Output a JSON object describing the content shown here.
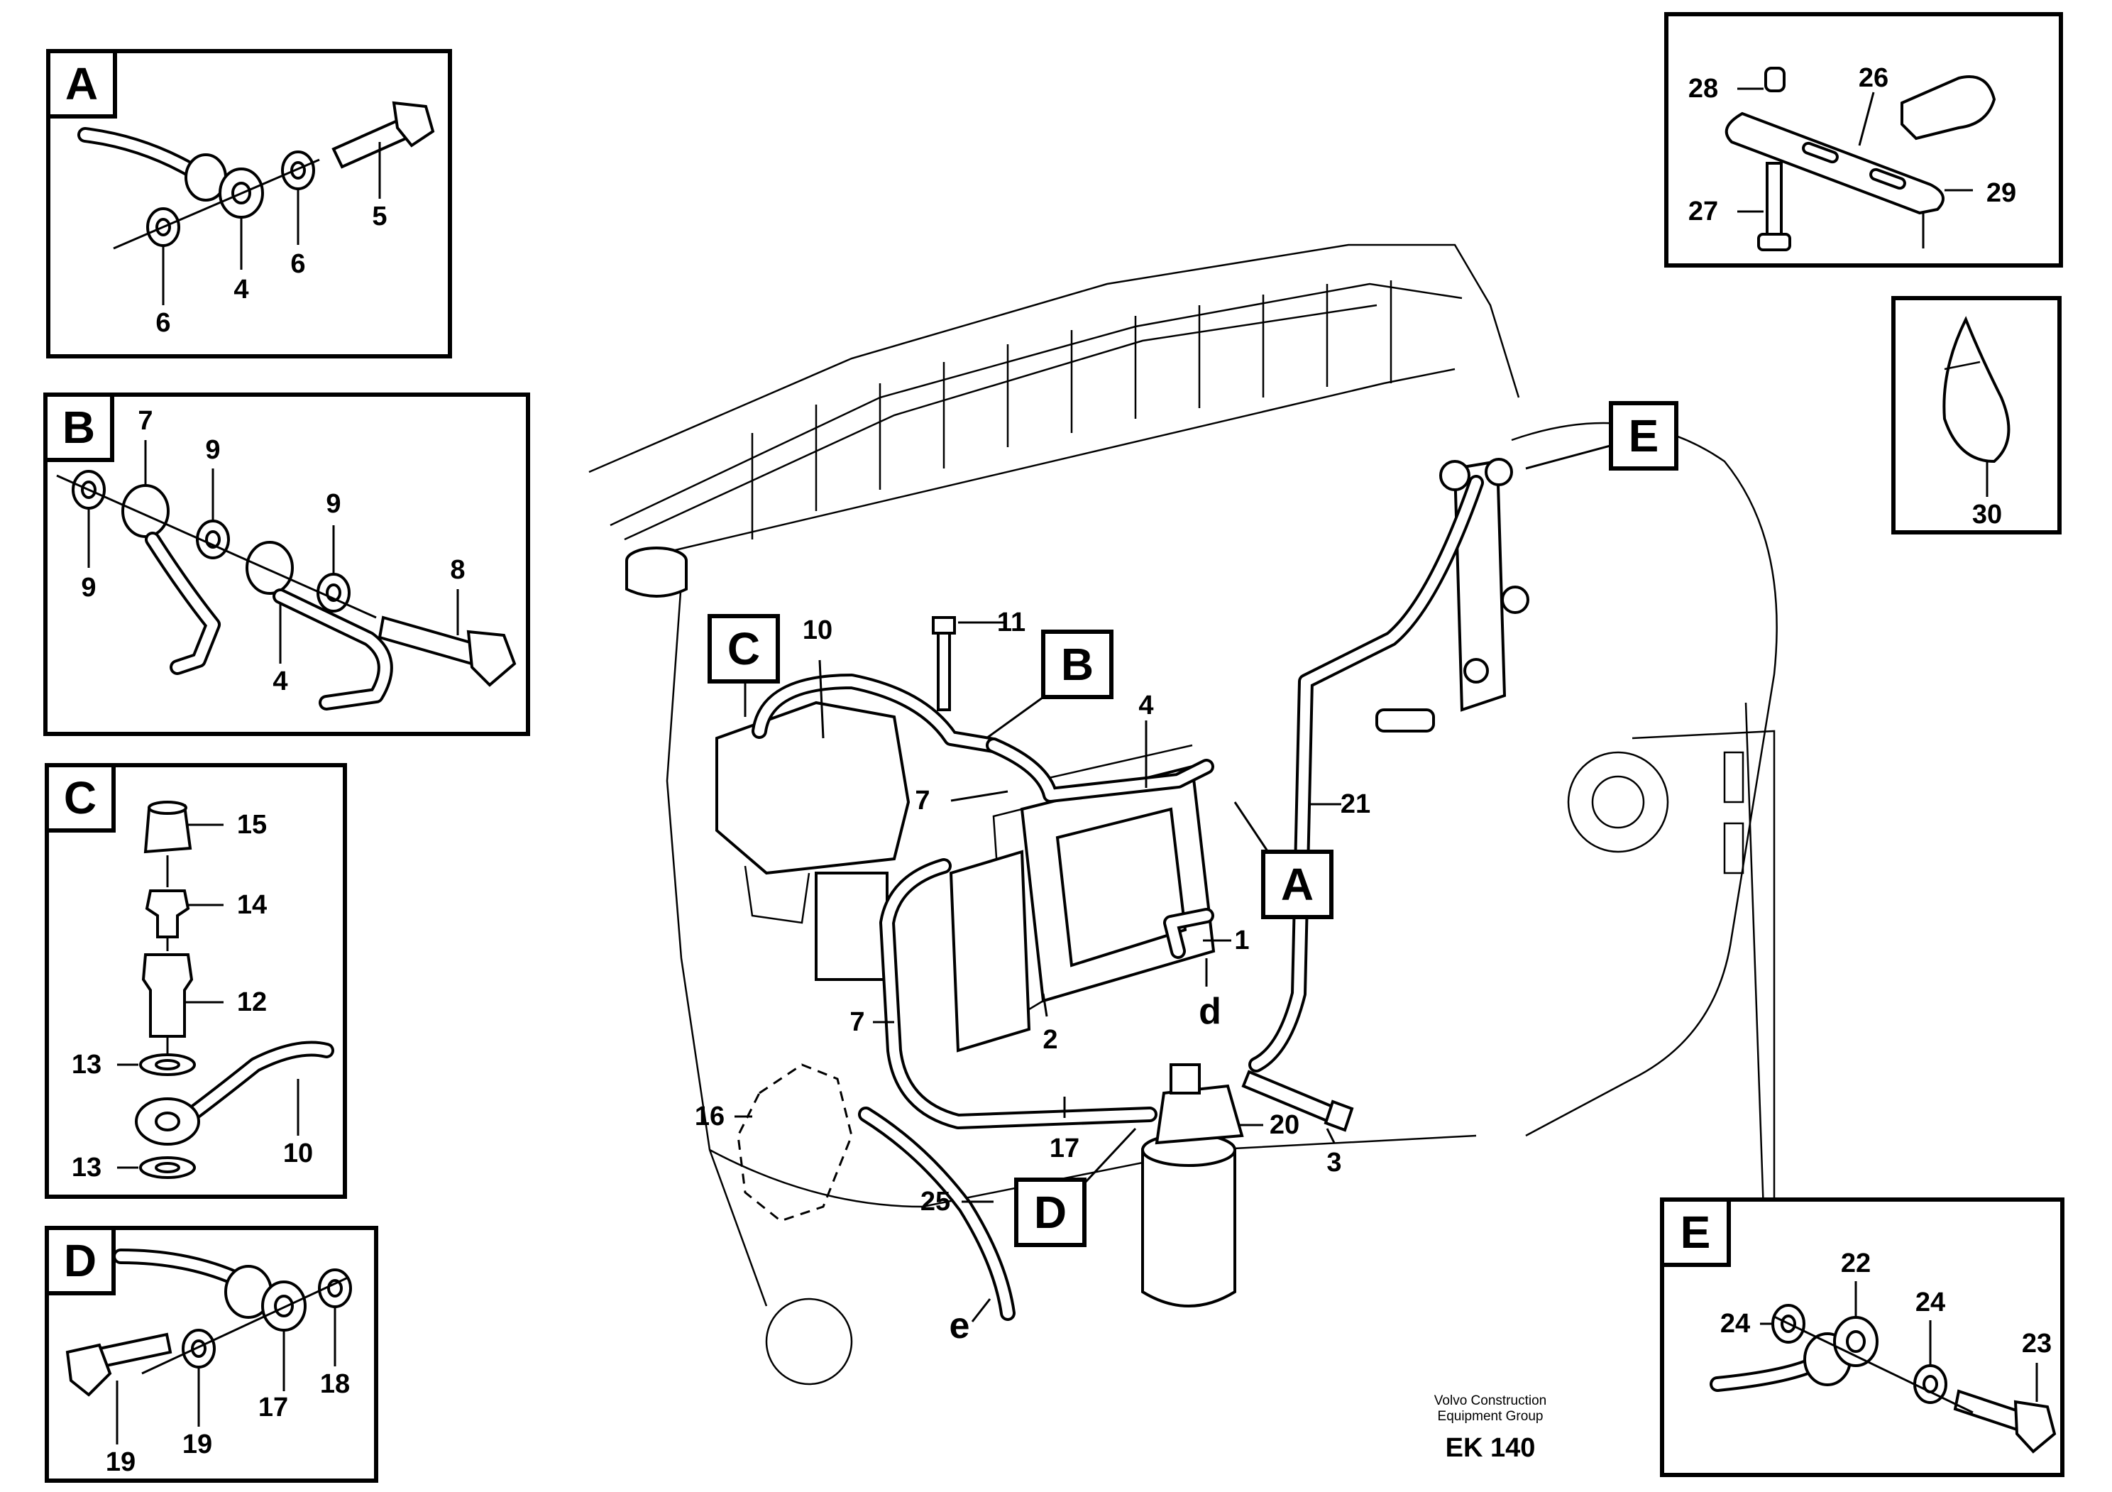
{
  "insets": {
    "A": {
      "tag": "A",
      "labels": [
        "6",
        "4",
        "6",
        "5"
      ]
    },
    "B": {
      "tag": "B",
      "labels": [
        "7",
        "9",
        "9",
        "9",
        "4",
        "8"
      ]
    },
    "C": {
      "tag": "C",
      "labels": [
        "15",
        "14",
        "12",
        "13",
        "13",
        "10"
      ]
    },
    "D": {
      "tag": "D",
      "labels": [
        "19",
        "17",
        "19",
        "18"
      ]
    },
    "E": {
      "tag": "E",
      "labels": [
        "24",
        "22",
        "24",
        "23"
      ]
    },
    "bracket": {
      "labels": [
        "28",
        "26",
        "27",
        "29"
      ]
    },
    "tie": {
      "labels": [
        "30"
      ]
    }
  },
  "main": {
    "callouts": {
      "C": "C",
      "B": "B",
      "E": "E",
      "A": "A",
      "D": "D"
    },
    "labels": {
      "n10": "10",
      "n11": "11",
      "n4": "4",
      "n7a": "7",
      "n21": "21",
      "n1": "1",
      "d": "d",
      "n7b": "7",
      "n2": "2",
      "n20": "20",
      "n16": "16",
      "n17": "17",
      "n3": "3",
      "n25": "25",
      "e": "e"
    }
  },
  "footer": {
    "line1": "Volvo Construction",
    "line2": "Equipment Group",
    "code": "EK 140"
  }
}
